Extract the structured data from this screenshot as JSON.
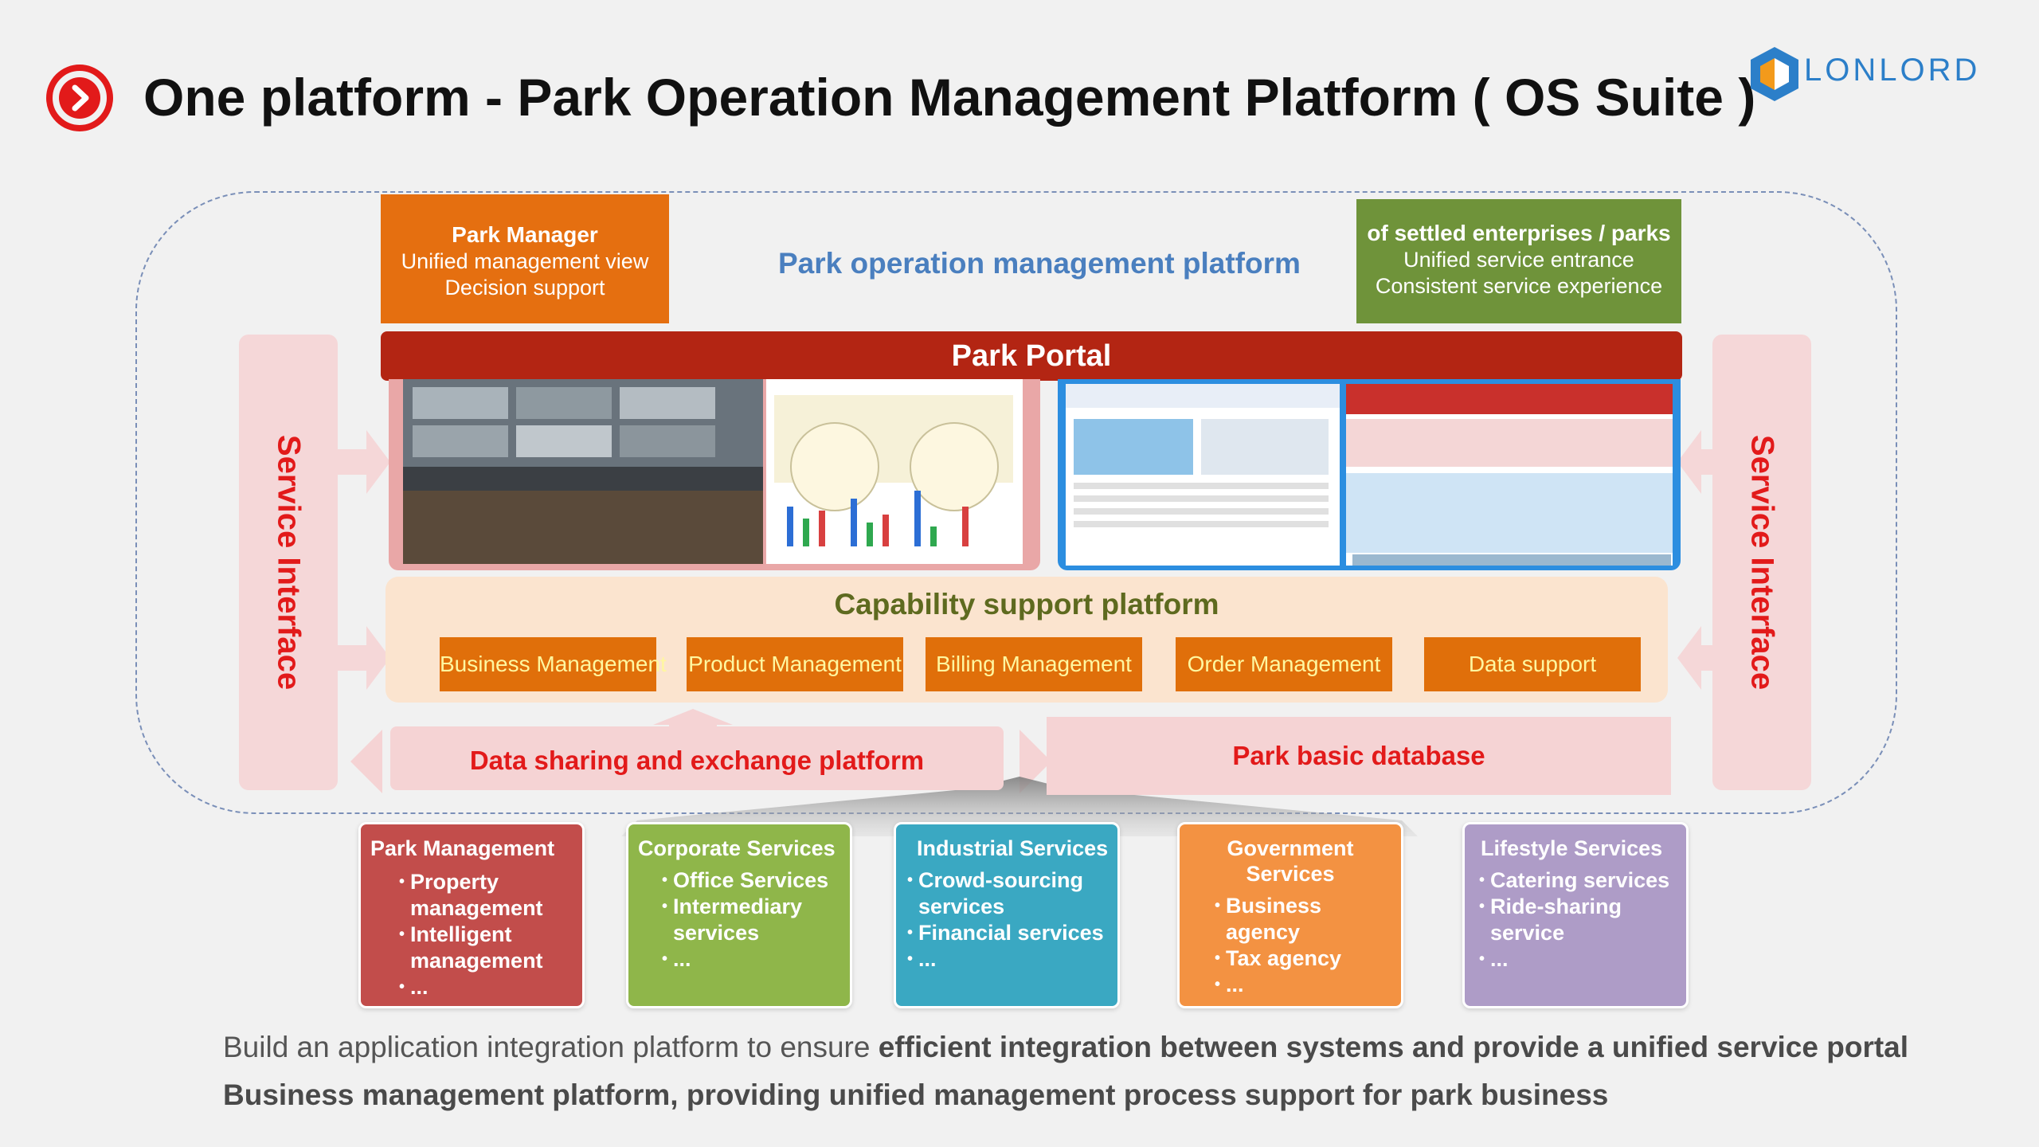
{
  "header": {
    "title": "One platform - Park Operation Management Platform ( OS Suite )",
    "logo_text": "LONLORD"
  },
  "colors": {
    "accent_red": "#e21a1a",
    "portal_red": "#b32513",
    "manager_orange": "#e56f10",
    "enterprise_green": "#6f933a",
    "platform_blue": "#4a7fbf"
  },
  "top": {
    "manager": {
      "title": "Park Manager",
      "line1": "Unified management view",
      "line2": "Decision support"
    },
    "platform_label": "Park operation management platform",
    "enterprise": {
      "title": "of settled enterprises / parks",
      "line1": "Unified service entrance",
      "line2": "Consistent service experience"
    }
  },
  "side": {
    "left_label": "Service Interface",
    "right_label": "Service Interface"
  },
  "portal": {
    "label": "Park Portal"
  },
  "capability": {
    "title": "Capability support platform",
    "items": [
      "Business Management",
      "Product Management",
      "Billing Management",
      "Order Management",
      "Data support"
    ]
  },
  "data_sharing": {
    "label": "Data sharing and exchange platform"
  },
  "park_db": {
    "label": "Park basic database"
  },
  "services": [
    {
      "title": "Park Management",
      "items": [
        "Property management",
        "Intelligent management",
        "..."
      ]
    },
    {
      "title": "Corporate Services",
      "items": [
        "Office Services",
        "Intermediary services",
        "..."
      ]
    },
    {
      "title": "Industrial Services",
      "items": [
        "Crowd-sourcing services",
        "Financial services",
        "..."
      ]
    },
    {
      "title": "Government Services",
      "items": [
        "Business agency",
        "Tax agency",
        "..."
      ]
    },
    {
      "title": "Lifestyle Services",
      "items": [
        "Catering services",
        "Ride-sharing service",
        "..."
      ]
    }
  ],
  "footer": {
    "line1_normal": "Build an application integration platform to ensure ",
    "line1_bold": "efficient integration between systems and provide a unified service portal",
    "line2": "Business management platform, providing unified management process support for park business"
  }
}
